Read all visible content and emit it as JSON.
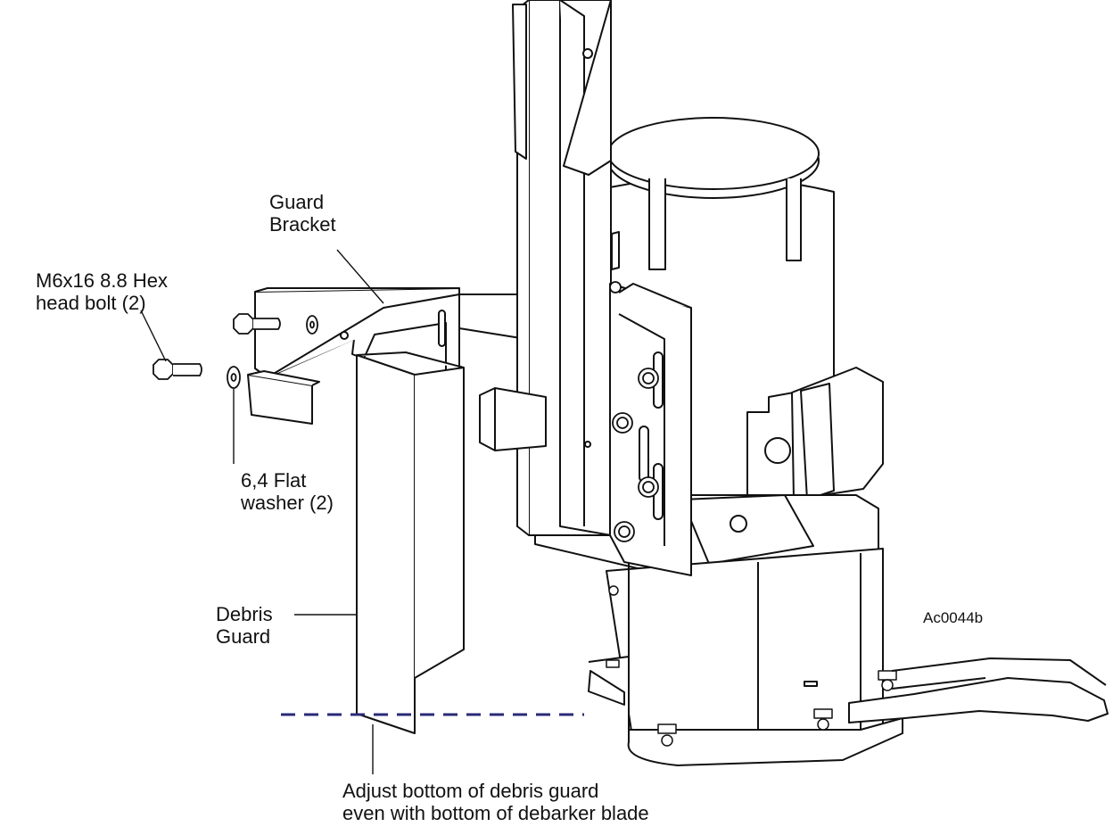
{
  "labels": {
    "guard_bracket": [
      "Guard",
      "Bracket"
    ],
    "bolt": [
      "M6x16 8.8 Hex",
      "head bolt (2)"
    ],
    "washer": [
      "6,4 Flat",
      "washer (2)"
    ],
    "debris_guard": [
      "Debris",
      "Guard"
    ],
    "instruction": [
      "Adjust bottom of debris guard",
      "even with bottom of debarker blade"
    ]
  },
  "figure_ref": "Ac0044b",
  "colors": {
    "line": "#111111",
    "part_fill": "#ffffff",
    "reference_line": "#2a2a78"
  }
}
